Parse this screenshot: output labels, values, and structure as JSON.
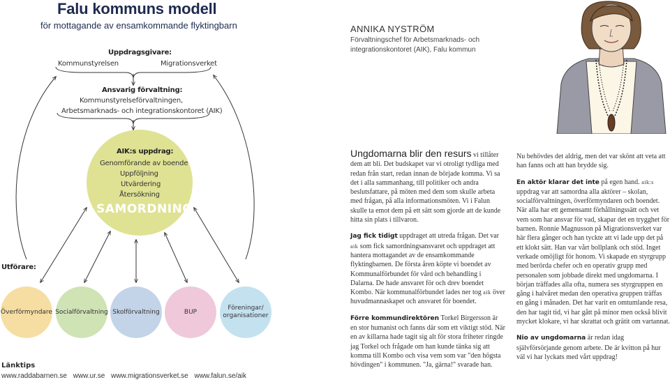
{
  "diagram": {
    "title": "Falu kommuns modell",
    "subtitle": "för mottagande av ensamkommande flyktingbarn",
    "assignors": {
      "heading": "Uppdragsgivare:",
      "left": "Kommunstyrelsen",
      "right": "Migrationsverket"
    },
    "responsible": {
      "heading": "Ansvarig förvaltning:",
      "line1": "Kommunstyrelseförvaltningen,",
      "line2": "Arbetsmarknads- och integrationskontoret (AIK)"
    },
    "aik": {
      "heading": "AIK:s uppdrag:",
      "tasks": [
        "Genomförande av boende",
        "Uppföljning",
        "Utvärdering",
        "Återsökning"
      ],
      "keyword": "SAMORDNING"
    },
    "performers": {
      "heading": "Utförare:",
      "items": [
        {
          "label": "Överförmyndare",
          "color": "#f6dda2"
        },
        {
          "label": "Socialförvaltning",
          "color": "#cfe3b5"
        },
        {
          "label": "Skolförvaltning",
          "color": "#c3d3e8"
        },
        {
          "label": "BUP",
          "color": "#efc9d9"
        },
        {
          "label": "Föreningar/ organisationer",
          "color": "#c4e1ef"
        }
      ]
    },
    "links": {
      "heading": "Länktips",
      "items": [
        "www.raddabarnen.se",
        "www.ur.se",
        "www.migrationsverket.se",
        "www.falun.se/aik"
      ]
    }
  },
  "person": {
    "name": "ANNIKA NYSTRÖM",
    "role": "Förvaltningschef för Arbetsmarknads- och integrationskontoret (AIK), Falu kommun"
  },
  "article": {
    "heading": "Ungdomarna blir den resurs",
    "p1": "vi tillåter dem att bli. Det budskapet var vi otroligt tydliga med redan från start, redan innan de började komma. Vi sa det i alla sammanhang, till politiker och andra beslutsfattare, på möten med dem som skulle arbeta med frågan, på alla informationsmöten. Vi i Falun skulle ta emot dem på ett sätt som gjorde att de kunde hitta sin plats i tillvaron.",
    "p2_lead": "Jag fick tidigt",
    "p2a": "uppdraget att utreda frågan. Det var",
    "p2_sc": "aik",
    "p2b": "som fick samordningsansvaret och uppdraget att hantera mottagandet av de ensamkommande flyktingbarnen. De första åren köpte vi boendet av Kommunalförbundet för vård och behandling i Dalarna. De hade ansvaret för och drev boendet Kombo. När kommunalförbundet lades ner tog",
    "p2_sc2": "aik",
    "p2c": "över huvudmannaskapet och ansvaret för boendet.",
    "p3_lead": "Förre kommundirektören",
    "p3": "Torkel Birgersson är en stor humanist och fanns där som ett viktigt stöd. När en av killarna hade tagit sig alt för stora friheter ringde jag Torkel och frågade om han kunde tänka sig att komma till Kombo och visa vem som var \"den högsta hövdingen\" i kommunen. \"Ja, gärna!\" svarade han.",
    "p4": "Nu behövdes det aldrig, men det var skönt att veta att han fanns och att han brydde sig.",
    "p5_lead": "En aktör klarar det inte",
    "p5a": "på egen hand.",
    "p5_sc": "aik:s",
    "p5b": "uppdrag var att samordna alla aktörer – skolan, socialförvaltningen, överförmyndaren och boendet. När alla har ett gemensamt förhållningssätt och vet vem som har ansvar för vad, skapar det en trygghet för barnen. Ronnie Magnusson på Migrationsverket var här flera gånger och han tyckte att vi lade upp det på ett klokt sätt. Han var vårt bollplank och stöd. Inget verkade omöjligt för honom. Vi skapade en styrgrupp med berörda chefer och en operativ grupp med personalen som jobbade direkt med ungdomarna. I början träffades alla ofta, numera ses styrgruppen en gång i halvåret medan den operativa gruppen träffas en gång i månaden. Det har varit en omtumlande resa, den har tagit tid, vi har gått på minor men också blivit mycket klokare, vi har skrattat och grätit om vartannat.",
    "p6_lead": "Nio av ungdomarna",
    "p6": "är redan idag självförsörjande genom arbete. De är kvitton på hur väl vi har lyckats med vårt uppdrag!"
  }
}
